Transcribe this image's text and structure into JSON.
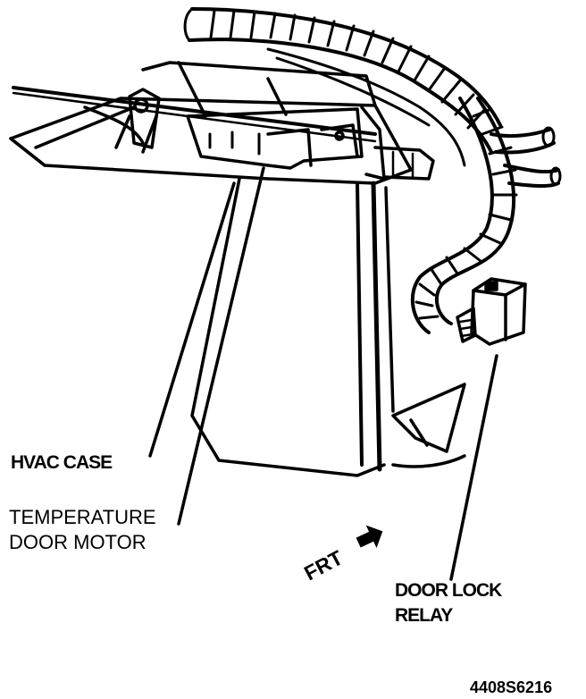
{
  "labels": {
    "hvac_case": "HVAC CASE",
    "temp_motor_line1": "TEMPERATURE",
    "temp_motor_line2": "DOOR MOTOR",
    "front": "FRT",
    "relay_line1": "DOOR LOCK",
    "relay_line2": "RELAY",
    "figure_id": "4408S6216"
  },
  "colors": {
    "ink": "#000000",
    "paper": "#ffffff"
  }
}
